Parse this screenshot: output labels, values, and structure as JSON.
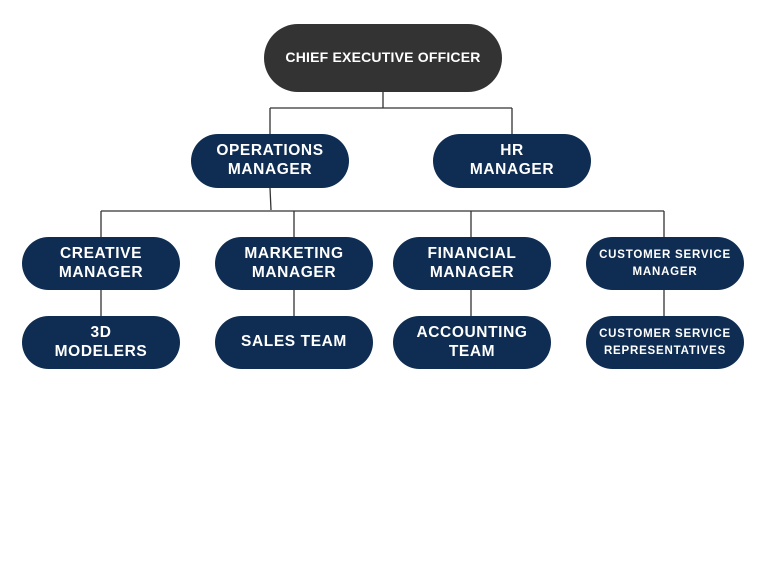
{
  "org_chart": {
    "ceo": "CHIEF EXECUTIVE OFFICER",
    "operations_manager": "OPERATIONS\nMANAGER",
    "hr_manager": "HR\nMANAGER",
    "creative_manager": "CREATIVE\nMANAGER",
    "marketing_manager": "MARKETING\nMANAGER",
    "financial_manager": "FINANCIAL\nMANAGER",
    "customer_service_manager": "CUSTOMER SERVICE\nMANAGER",
    "modelers_3d": "3D\nMODELERS",
    "sales_team": "SALES TEAM",
    "accounting_team": "ACCOUNTING\nTEAM",
    "customer_service_reps": "CUSTOMER SERVICE\nREPRESENTATIVES"
  },
  "colors": {
    "ceo_box": "#333333",
    "node_box": "#0f2d52",
    "connector": "#333333",
    "text": "#ffffff"
  }
}
